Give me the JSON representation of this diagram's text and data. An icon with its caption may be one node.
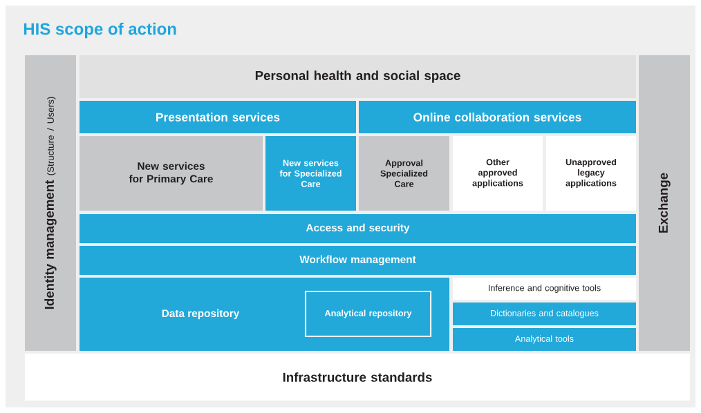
{
  "diagram": {
    "title": "HIS scope of action",
    "nodes": [
      {
        "text": [
          "Identity management",
          "(Structure / Users)"
        ]
      },
      {
        "text": [
          "Personal health and social space"
        ]
      },
      {
        "text": [
          "Presentation services"
        ]
      },
      {
        "text": [
          "Online collaboration services"
        ]
      },
      {
        "text": [
          "New services for Primary Care"
        ]
      },
      {
        "text": [
          "New services for Specialized Care"
        ]
      },
      {
        "text": [
          "Approval Specialized Care"
        ]
      },
      {
        "text": [
          "Other approved applications"
        ]
      },
      {
        "text": [
          "Unapproved legacy applications"
        ]
      },
      {
        "text": [
          "Access and security"
        ]
      },
      {
        "text": [
          "Workflow management"
        ]
      },
      {
        "text": [
          "Data repository"
        ]
      },
      {
        "text": [
          "Analytical repository"
        ],
        "in": 11
      },
      {
        "text": [
          "Inference and cognitive tools"
        ]
      },
      {
        "text": [
          "Dictionaries and catalogues"
        ]
      },
      {
        "text": [
          "Analytical tools"
        ]
      },
      {
        "text": [
          "Exchange"
        ]
      },
      {
        "text": [
          "Infrastructure standards"
        ]
      }
    ],
    "edges": []
  }
}
